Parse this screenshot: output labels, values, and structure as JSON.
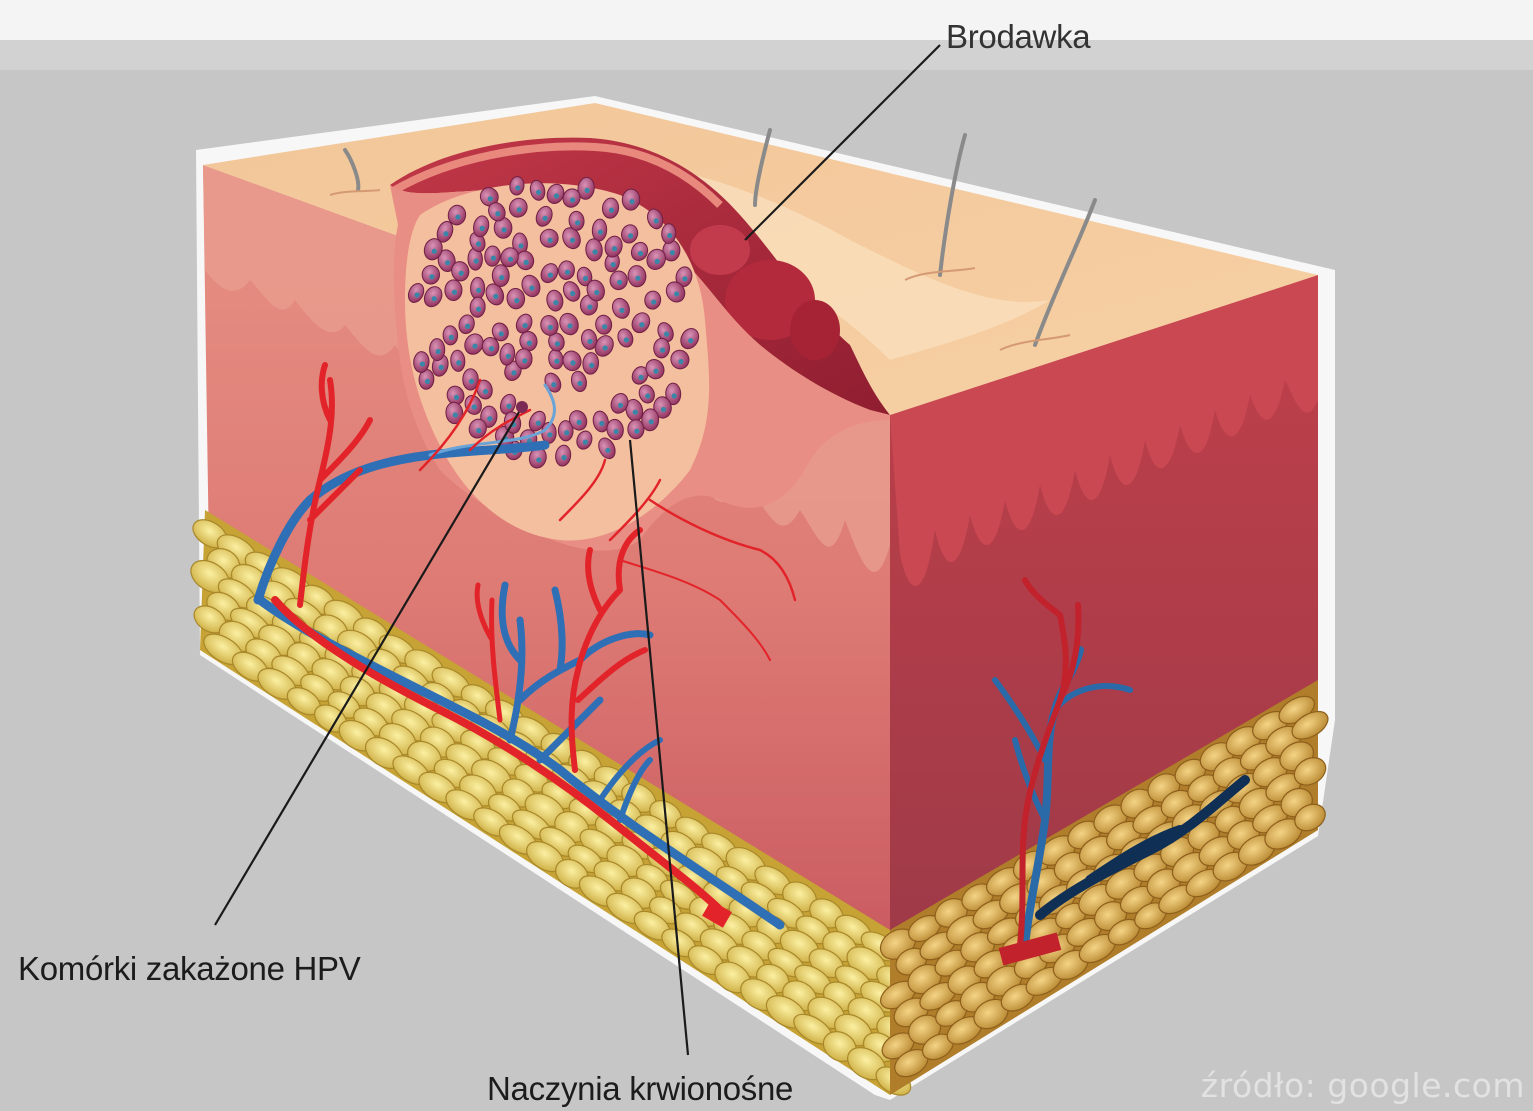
{
  "labels": {
    "wart": "Brodawka",
    "infected_cells": "Komórki zakażone HPV",
    "blood_vessels": "Naczynia krwionośne"
  },
  "watermark": "źródło: google.com",
  "colors": {
    "background": "#c6c6c6",
    "skin_surface": "#f3c493",
    "epidermis": "#e3877e",
    "dermis_front": "#d9776f",
    "dermis_side": "#b24a52",
    "wart": "#b0273a",
    "fat": "#e8d46a",
    "artery": "#e1242a",
    "vein": "#2d6fb5"
  },
  "icons": [
    "hair-icon",
    "infected-cell-icon",
    "fat-cell-icon"
  ]
}
